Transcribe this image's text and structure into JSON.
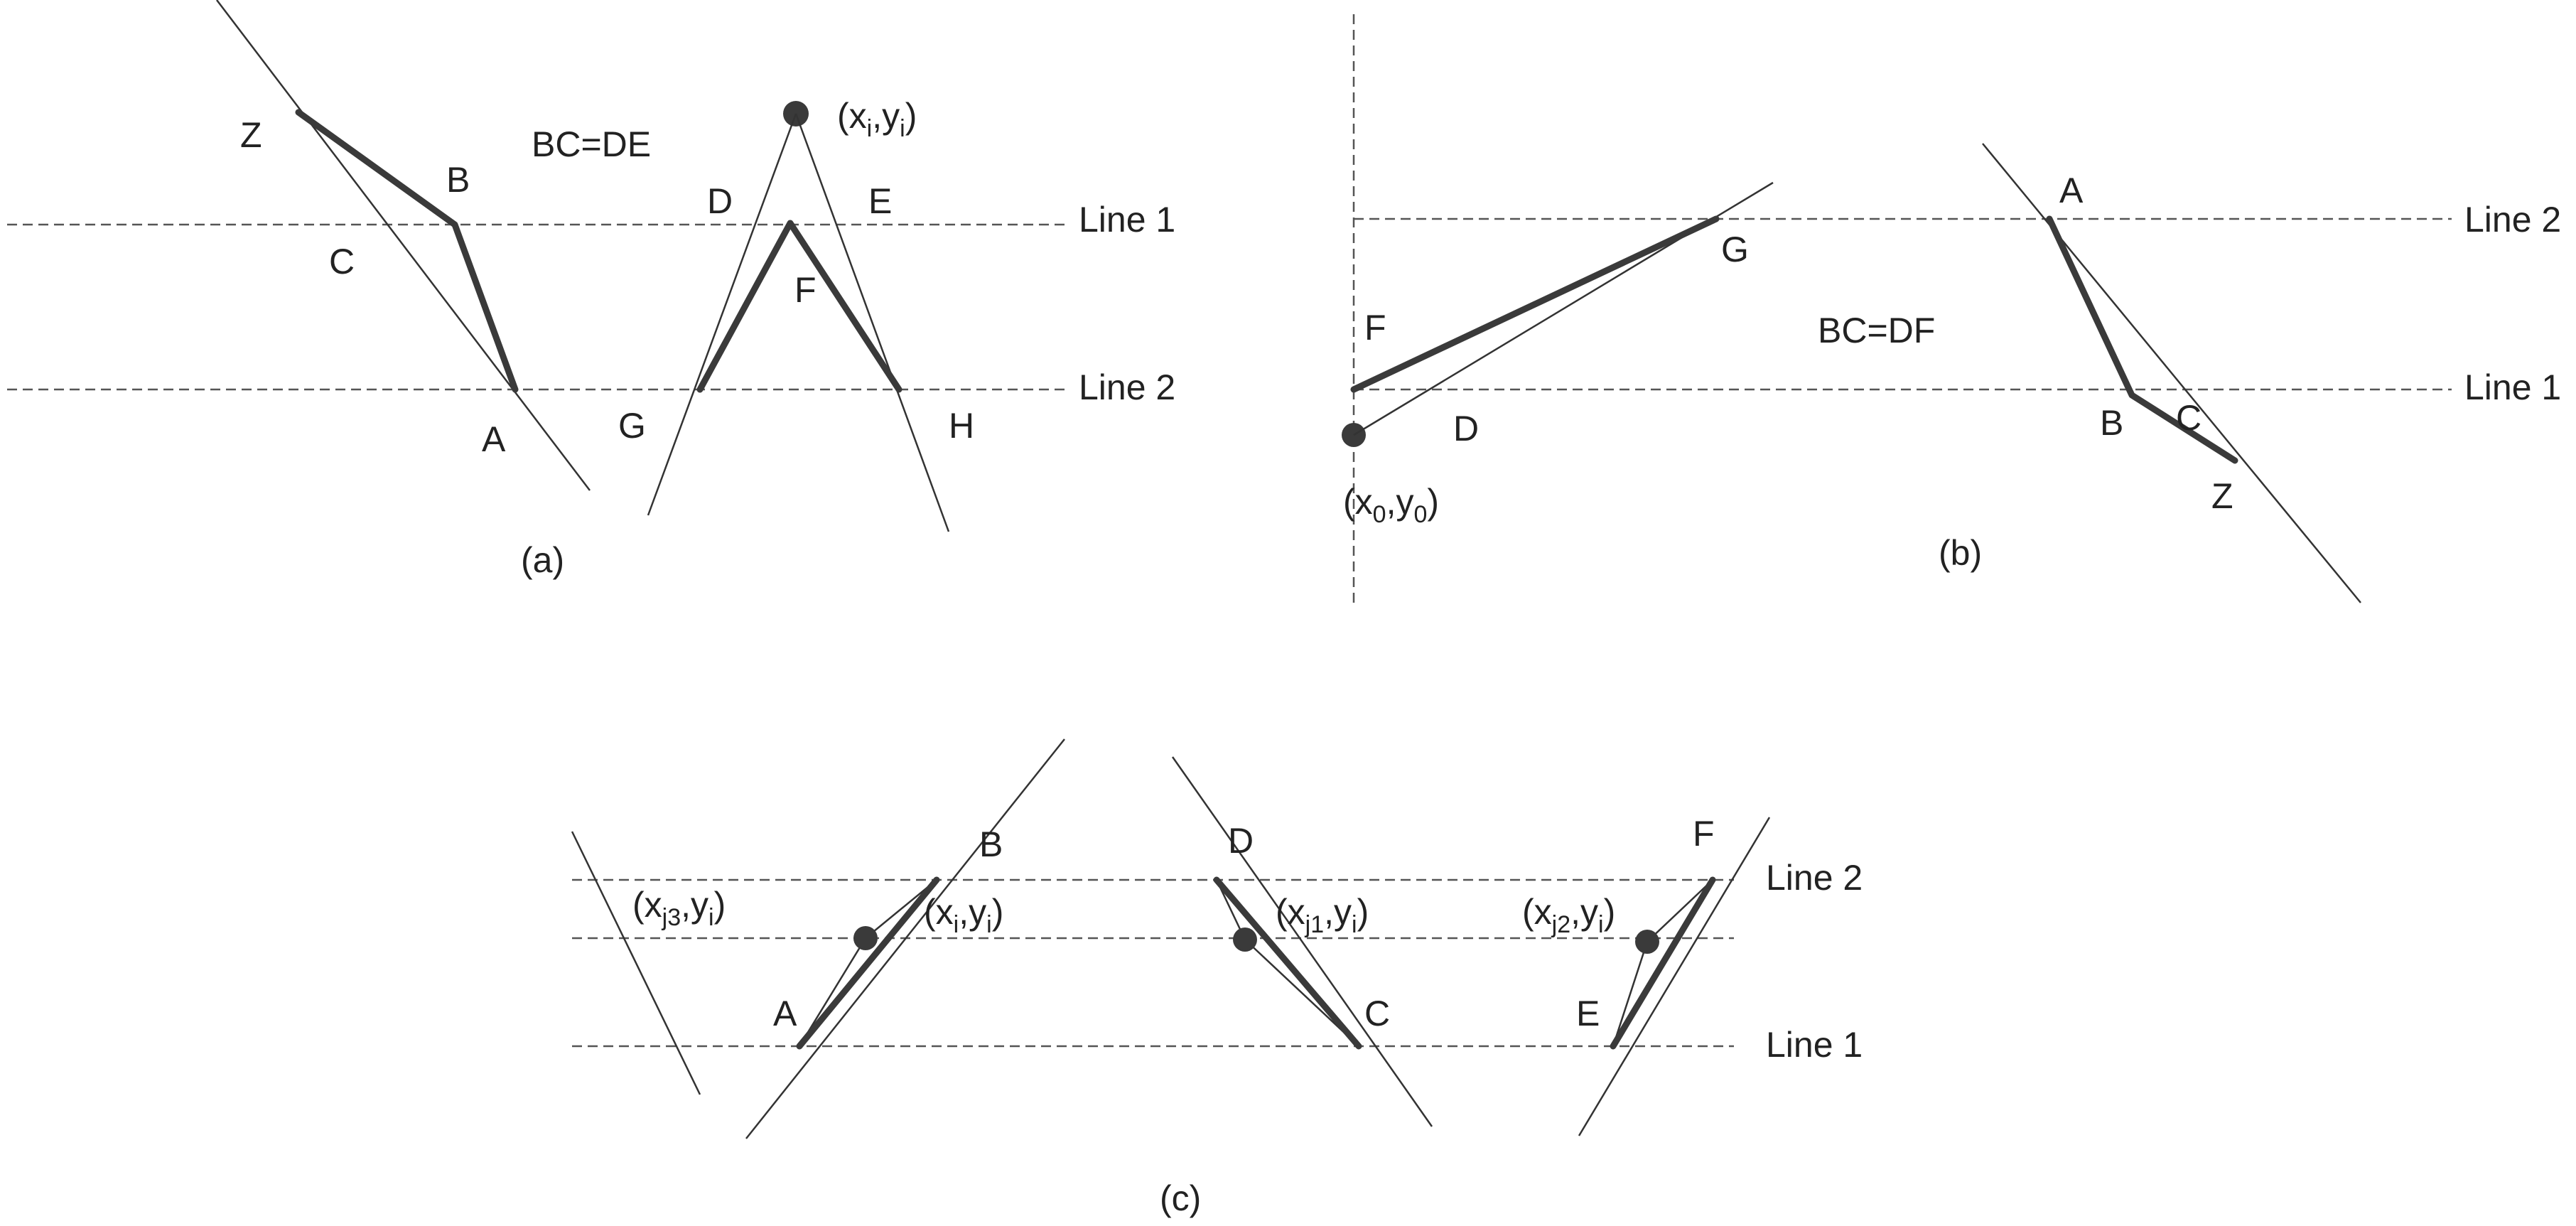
{
  "panel_a": {
    "caption": "(a)",
    "equation": "BC=DE",
    "line1_label": "Line 1",
    "line2_label": "Line 2",
    "point_labels": {
      "z": "Z",
      "b": "B",
      "c": "C",
      "a": "A",
      "d": "D",
      "e": "E",
      "f": "F",
      "g": "G",
      "h": "H"
    },
    "coord": {
      "open": "(x",
      "sub1": "i",
      "mid": ",y",
      "sub2": "i",
      "close": ")"
    }
  },
  "panel_b": {
    "caption": "(b)",
    "equation": "BC=DF",
    "line1_label": "Line 1",
    "line2_label": "Line 2",
    "point_labels": {
      "f": "F",
      "g": "G",
      "d": "D",
      "a": "A",
      "b": "B",
      "c": "C",
      "z": "Z"
    },
    "coord": {
      "open": "(x",
      "sub1": "0",
      "mid": ",y",
      "sub2": "0",
      "close": ")"
    }
  },
  "panel_c": {
    "caption": "(c)",
    "line1_label": "Line 1",
    "line2_label": "Line 2",
    "point_labels": {
      "b": "B",
      "a": "A",
      "d": "D",
      "c": "C",
      "f": "F",
      "e": "E"
    },
    "coords": {
      "xj3": {
        "open": "(x",
        "sub1": "j3",
        "mid": ",y",
        "sub2": "i",
        "close": ")"
      },
      "xi": {
        "open": "(x",
        "sub1": "i",
        "mid": ",y",
        "sub2": "i",
        "close": ")"
      },
      "xj1": {
        "open": "(x",
        "sub1": "j1",
        "mid": ",y",
        "sub2": "i",
        "close": ")"
      },
      "xj2": {
        "open": "(x",
        "sub1": "j2",
        "mid": ",y",
        "sub2": "i",
        "close": ")"
      }
    }
  }
}
